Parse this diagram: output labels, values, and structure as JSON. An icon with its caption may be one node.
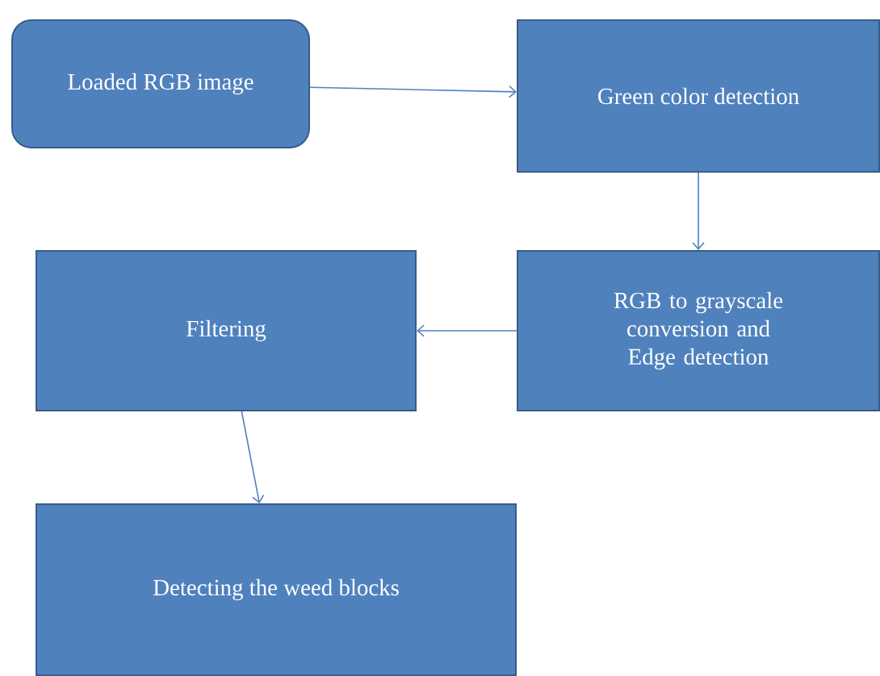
{
  "diagram": {
    "nodes": [
      {
        "text": [
          "Loaded RGB image"
        ]
      },
      {
        "text": [
          "Green color detection"
        ]
      },
      {
        "text": [
          "RGB to grayscale conversion and Edge detection"
        ]
      },
      {
        "text": [
          "Filtering"
        ]
      },
      {
        "text": [
          "Detecting the weed blocks"
        ]
      }
    ],
    "edges": [
      {
        "from": 0,
        "to": 1,
        "arrow": "to"
      },
      {
        "from": 1,
        "to": 2,
        "arrow": "to"
      },
      {
        "from": 2,
        "to": 3,
        "arrow": "to"
      },
      {
        "from": 3,
        "to": 4,
        "arrow": "to"
      }
    ]
  }
}
